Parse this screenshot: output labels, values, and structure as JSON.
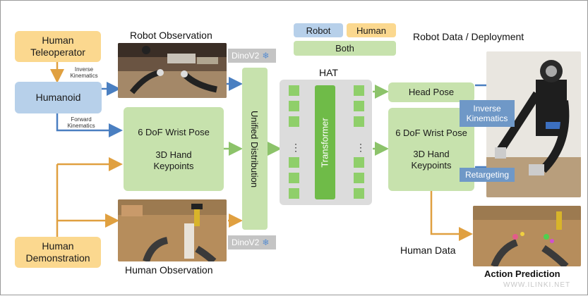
{
  "sources": {
    "teleoperator": "Human Teleoperator",
    "humanoid": "Humanoid",
    "demonstration": "Human Demonstration",
    "inverse_kinematics_small": "Inverse Kinematics",
    "forward_kinematics_small": "Forward Kinematics"
  },
  "observations": {
    "robot_title": "Robot Observation",
    "human_title": "Human Observation",
    "dinov2_top": "DinoV2",
    "dinov2_bottom": "DinoV2",
    "snowflake": "❄"
  },
  "pose_box": {
    "line1": "6 DoF Wrist Pose",
    "line2": "3D Hand",
    "line3": "Keypoints"
  },
  "unified": "Unified Distribution",
  "legend": {
    "robot": "Robot",
    "human": "Human",
    "both": "Both"
  },
  "hat": {
    "title": "HAT",
    "transformer": "Transformer",
    "ellipsis": "⋮"
  },
  "outputs": {
    "head_pose": "Head Pose",
    "wrist_pose": "6 DoF Wrist Pose",
    "hand_line1": "3D Hand",
    "hand_line2": "Keypoints"
  },
  "deployment": {
    "title": "Robot Data / Deployment",
    "inverse_kinematics": "Inverse Kinematics",
    "retargeting": "Retargeting",
    "human_data": "Human Data",
    "action_prediction": "Action Prediction"
  },
  "watermark": {
    "text": "WWW.ILINKI.NET"
  },
  "colors": {
    "human_yellow": "#fbd88f",
    "robot_blue": "#b7d0ea",
    "both_green": "#c7e2ad",
    "transformer_green": "#6fbb48",
    "arrow_blue": "#4a7fc1",
    "arrow_orange": "#e0a040",
    "arrow_green": "#8cc36a"
  }
}
